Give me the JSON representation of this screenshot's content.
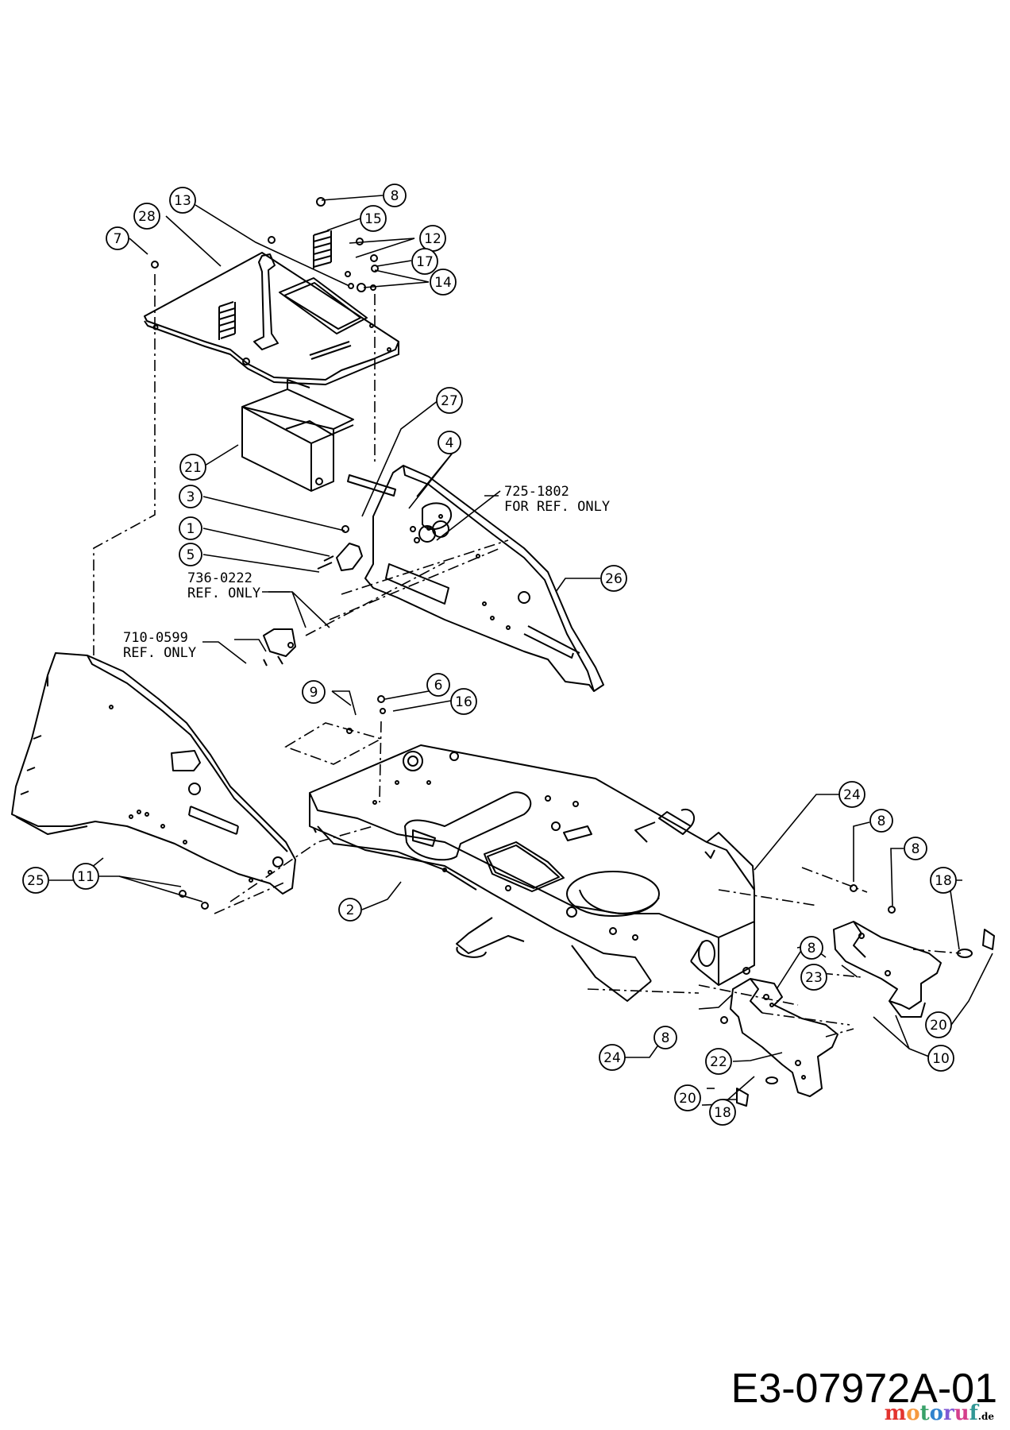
{
  "callouts": [
    {
      "n": "1"
    },
    {
      "n": "2"
    },
    {
      "n": "3"
    },
    {
      "n": "4"
    },
    {
      "n": "5"
    },
    {
      "n": "6"
    },
    {
      "n": "7"
    },
    {
      "n": "8"
    },
    {
      "n": "8"
    },
    {
      "n": "8"
    },
    {
      "n": "8"
    },
    {
      "n": "8"
    },
    {
      "n": "9"
    },
    {
      "n": "10"
    },
    {
      "n": "11"
    },
    {
      "n": "12"
    },
    {
      "n": "13"
    },
    {
      "n": "14"
    },
    {
      "n": "15"
    },
    {
      "n": "16"
    },
    {
      "n": "17"
    },
    {
      "n": "18"
    },
    {
      "n": "18"
    },
    {
      "n": "20"
    },
    {
      "n": "20"
    },
    {
      "n": "21"
    },
    {
      "n": "22"
    },
    {
      "n": "23"
    },
    {
      "n": "24"
    },
    {
      "n": "24"
    },
    {
      "n": "25"
    },
    {
      "n": "26"
    },
    {
      "n": "27"
    },
    {
      "n": "28"
    }
  ],
  "refs": {
    "r725_line1": "725-1802",
    "r725_line2": "FOR REF. ONLY",
    "r736_line1": "736-0222",
    "r736_line2": "REF. ONLY",
    "r710_line1": "710-0599",
    "r710_line2": "REF. ONLY"
  },
  "drawing_id": "E3-07972A-01",
  "watermark": {
    "name": "motoruf",
    "suffix": ".de",
    "colors": [
      "#e3342f",
      "#f6993f",
      "#38a169",
      "#3182ce",
      "#805ad5",
      "#d53f8c",
      "#319795"
    ]
  }
}
